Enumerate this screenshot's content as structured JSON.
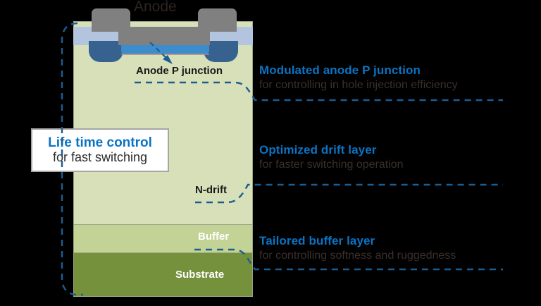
{
  "diagram": {
    "title": "Anode",
    "device_labels": {
      "anode": "Anode",
      "anode_p_junction": "Anode P junction",
      "n_drift": "N-drift",
      "buffer": "Buffer",
      "substrate": "Substrate"
    },
    "callout": {
      "headline": "Life time control",
      "subtext": "for fast switching"
    },
    "annotations": [
      {
        "headline": "Modulated anode P junction",
        "subtext": "for controlling in hole injection efficiency"
      },
      {
        "headline": "Optimized drift layer",
        "subtext": "for faster switching operation"
      },
      {
        "headline": "Tailored buffer layer",
        "subtext": "for controlling softness and ruggedness"
      }
    ],
    "colors": {
      "accent_blue": "#0a74c4",
      "dashed_blue": "#1b5d92",
      "n_drift": "#d7e0b8",
      "buffer": "#c3d395",
      "substrate": "#75913c",
      "metal_gray": "#808080",
      "oxide_blue": "#b2c4de",
      "p_well_blue": "#37628f",
      "p_junction_blue": "#3d8ccc",
      "body_text": "#3b2f2b",
      "background": "#000000"
    }
  }
}
